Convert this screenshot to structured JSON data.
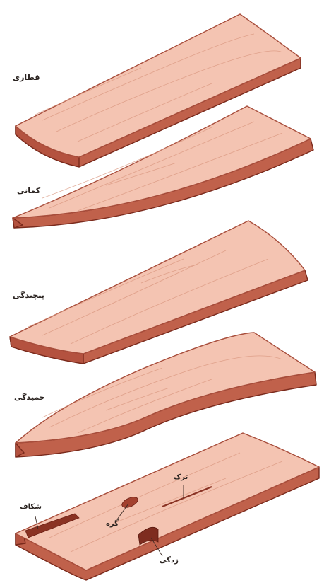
{
  "figure": {
    "labels": {
      "cupping": "قطاری",
      "bow": "کمانی",
      "twist": "پیچیدگی",
      "crook": "خمیدگی"
    },
    "defects": {
      "check": "ترک",
      "split": "شکاف",
      "knot": "گره",
      "wane": "زدگی"
    },
    "colors": {
      "wood_top": "#f4c4b2",
      "wood_side": "#c0614b",
      "wood_outline": "#a84e3c",
      "text": "#2a2320"
    }
  }
}
